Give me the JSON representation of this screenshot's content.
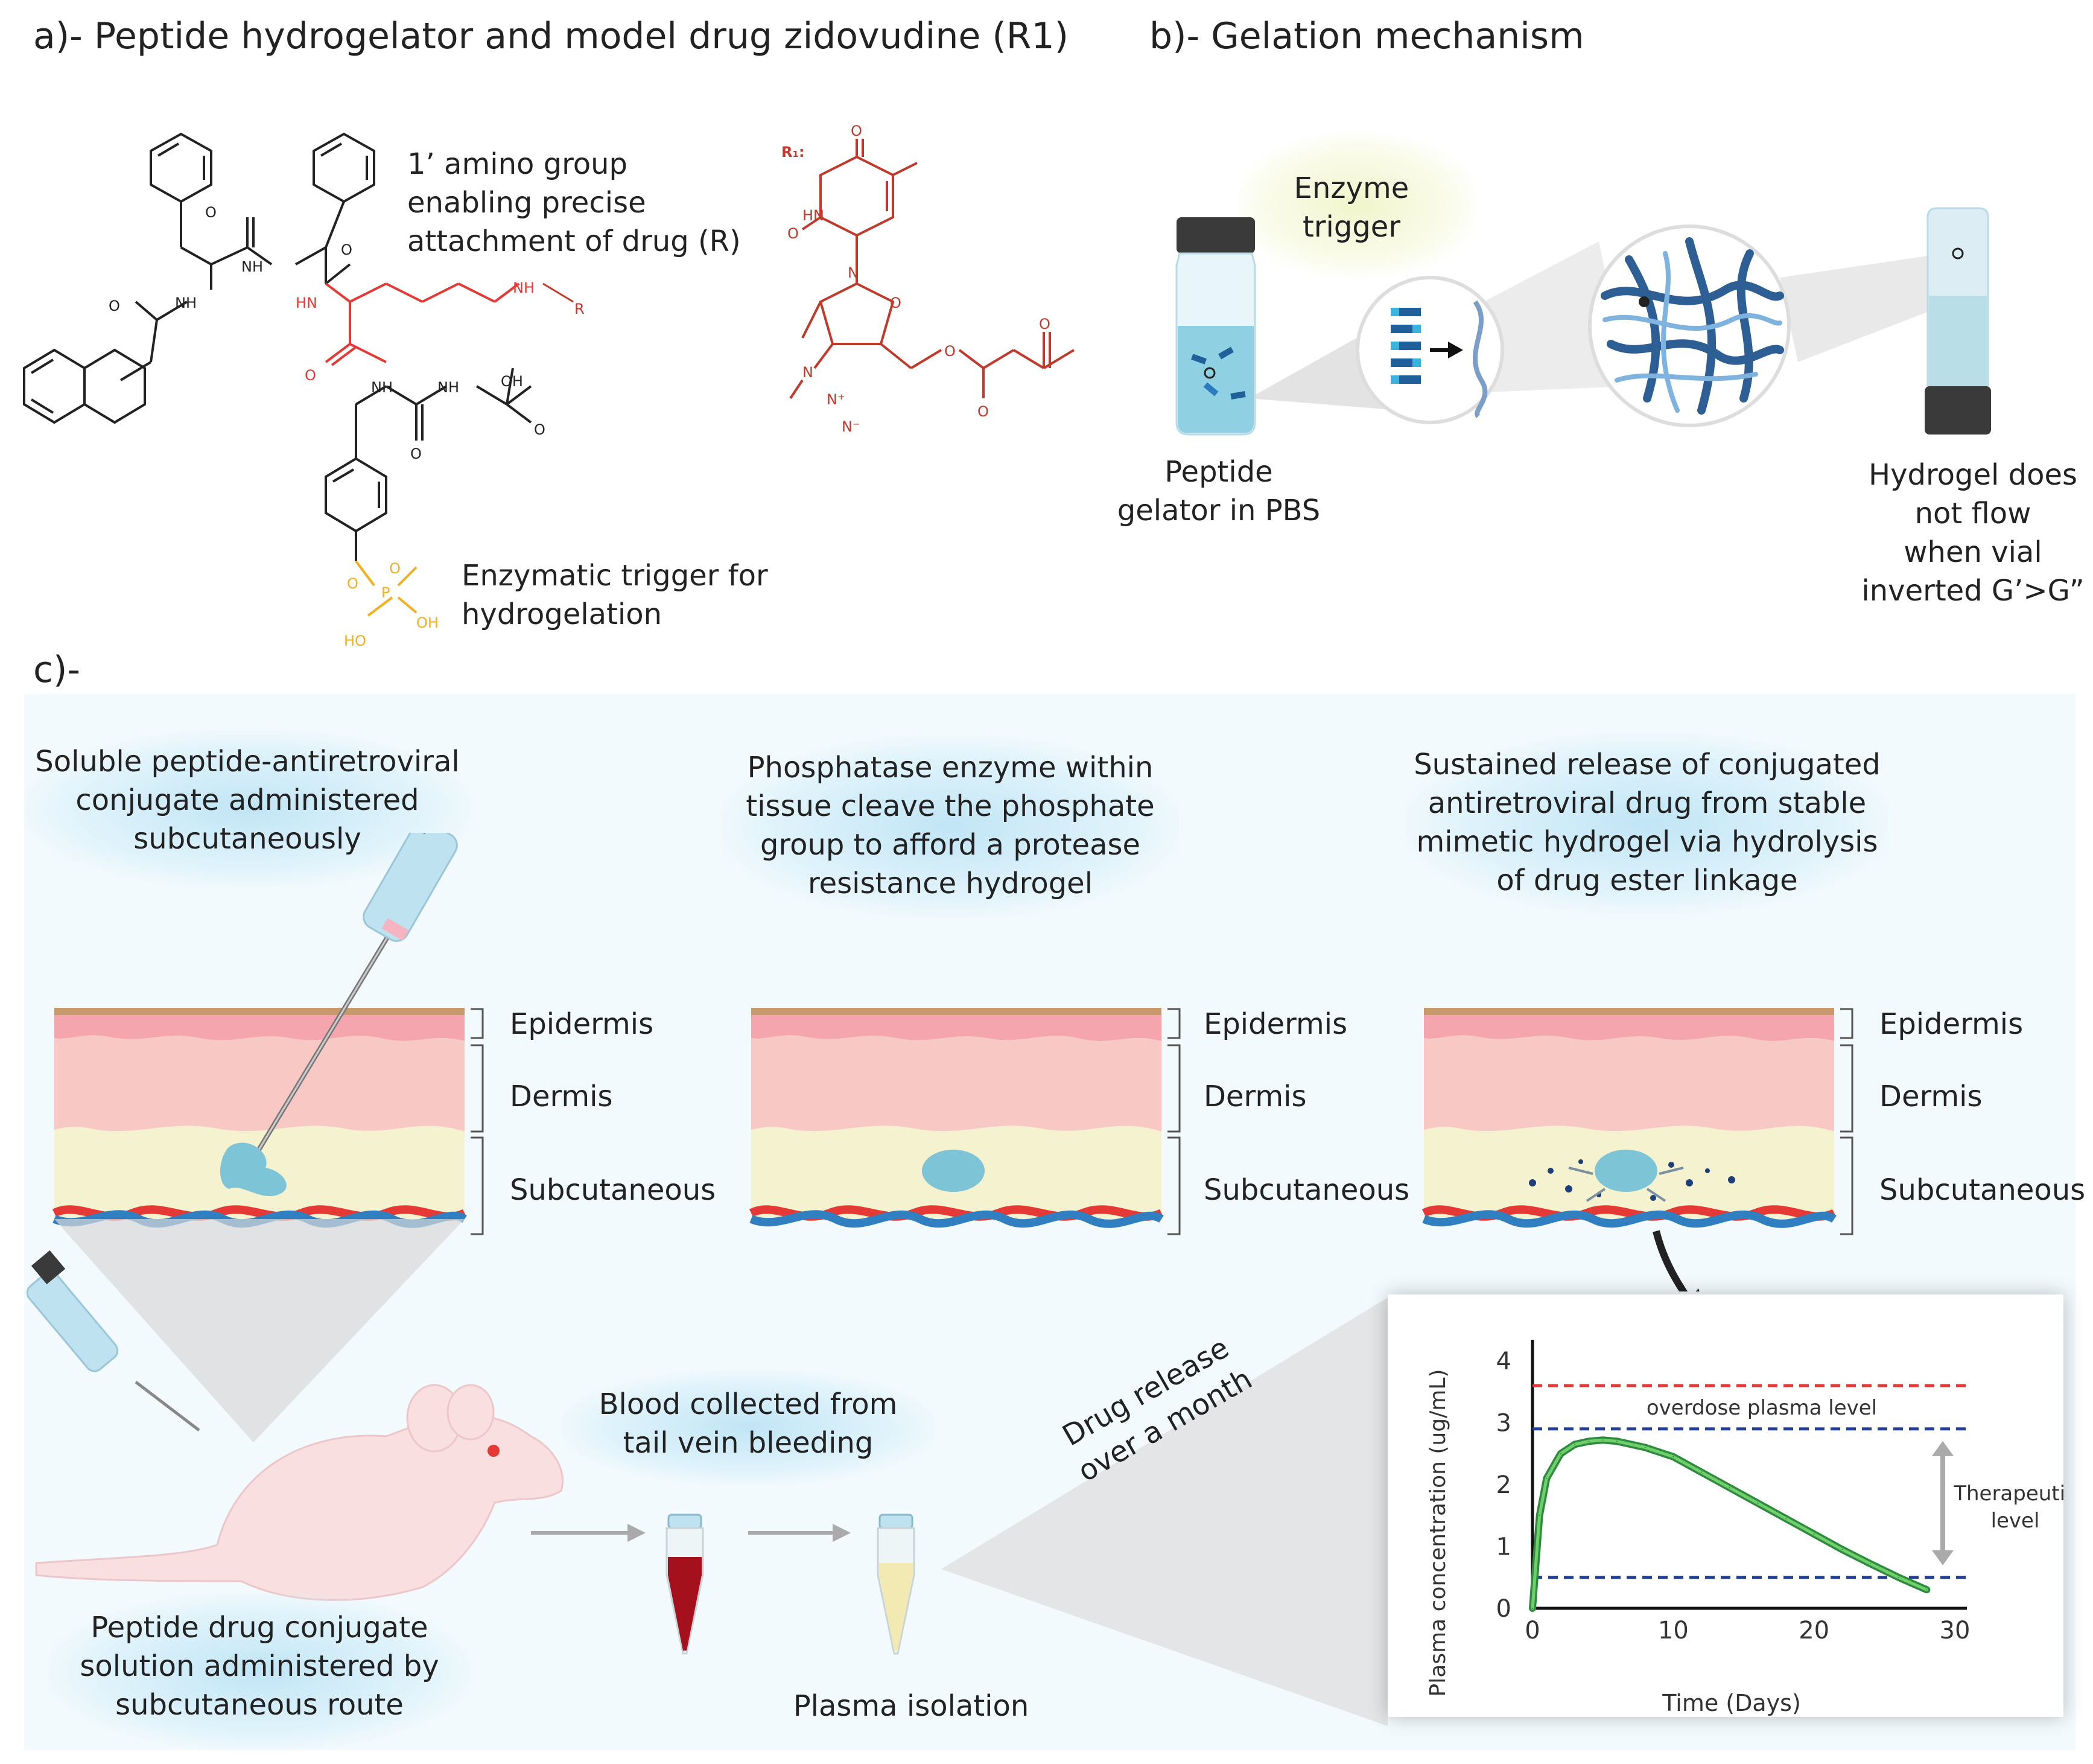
{
  "panel_a": {
    "title": "a)- Peptide hydrogelator and model drug zidovudine (R1)",
    "amino_note": [
      "1’ amino group",
      "enabling precise",
      "attachment of drug (R)"
    ],
    "trigger_note": [
      "Enzymatic trigger for",
      "hydrogelation"
    ],
    "r1_label": "R₁:",
    "atoms": {
      "nh": "NH",
      "hn": "HN",
      "o": "O",
      "oh": "OH",
      "ho": "HO",
      "p": "P",
      "r": "R",
      "n": "N",
      "n_plus": "N⁺",
      "n_minus": "N⁻"
    }
  },
  "panel_b": {
    "title": "b)- Gelation mechanism",
    "enzyme_trigger": [
      "Enzyme",
      "trigger"
    ],
    "peptide_label": [
      "Peptide",
      "gelator in PBS"
    ],
    "hydrogel_label": [
      "Hydrogel does",
      "not flow",
      "when vial",
      "inverted G’>G”"
    ]
  },
  "panel_c": {
    "title": "c)-",
    "step1": [
      "Soluble peptide-antiretroviral",
      "conjugate administered",
      "subcutaneously"
    ],
    "step2": [
      "Phosphatase enzyme within",
      "tissue cleave the phosphate",
      "group to afford a protease",
      "resistance hydrogel"
    ],
    "step3": [
      "Sustained release of conjugated",
      "antiretroviral drug from stable",
      "mimetic hydrogel via hydrolysis",
      "of drug ester linkage"
    ],
    "layers": [
      "Epidermis",
      "Dermis",
      "Subcutaneous"
    ],
    "admin_label": [
      "Peptide drug conjugate",
      "solution administered by",
      "subcutaneous route"
    ],
    "blood_label": [
      "Blood collected from",
      "tail vein bleeding"
    ],
    "plasma_label": "Plasma isolation",
    "release_label": [
      "Drug release",
      "over a month"
    ]
  },
  "colors": {
    "drug_red": "#c0392b",
    "peptide_red": "#e53935",
    "phosphate_yellow": "#f2b01e",
    "gel_blue": "#8ccbd9",
    "curve_green": "#3aa64a",
    "dash_red": "#e53935",
    "dash_blue": "#1f3f99"
  },
  "chart_data": {
    "type": "line",
    "xlabel": "Time (Days)",
    "ylabel": "Plasma concentration (ug/mL)",
    "xlim": [
      0,
      30
    ],
    "ylim": [
      0,
      4
    ],
    "xticks": [
      0,
      10,
      20,
      30
    ],
    "yticks": [
      0,
      1,
      2,
      3,
      4
    ],
    "series": [
      {
        "x": [
          0,
          0.5,
          1,
          2,
          3,
          4,
          5,
          6,
          8,
          10,
          12,
          14,
          16,
          18,
          20,
          22,
          24,
          26,
          28
        ],
        "y": [
          0,
          1.5,
          2.1,
          2.5,
          2.65,
          2.7,
          2.72,
          2.7,
          2.6,
          2.45,
          2.2,
          1.95,
          1.7,
          1.45,
          1.2,
          0.95,
          0.72,
          0.5,
          0.3
        ]
      }
    ],
    "reference_lines": [
      {
        "label": "overdose plasma level",
        "y": 3.6,
        "color": "#e53935"
      },
      {
        "y": 2.9,
        "color": "#1f3f99"
      },
      {
        "y": 0.5,
        "color": "#1f3f99"
      }
    ],
    "annotation": [
      "Therapeutic",
      "level"
    ]
  }
}
